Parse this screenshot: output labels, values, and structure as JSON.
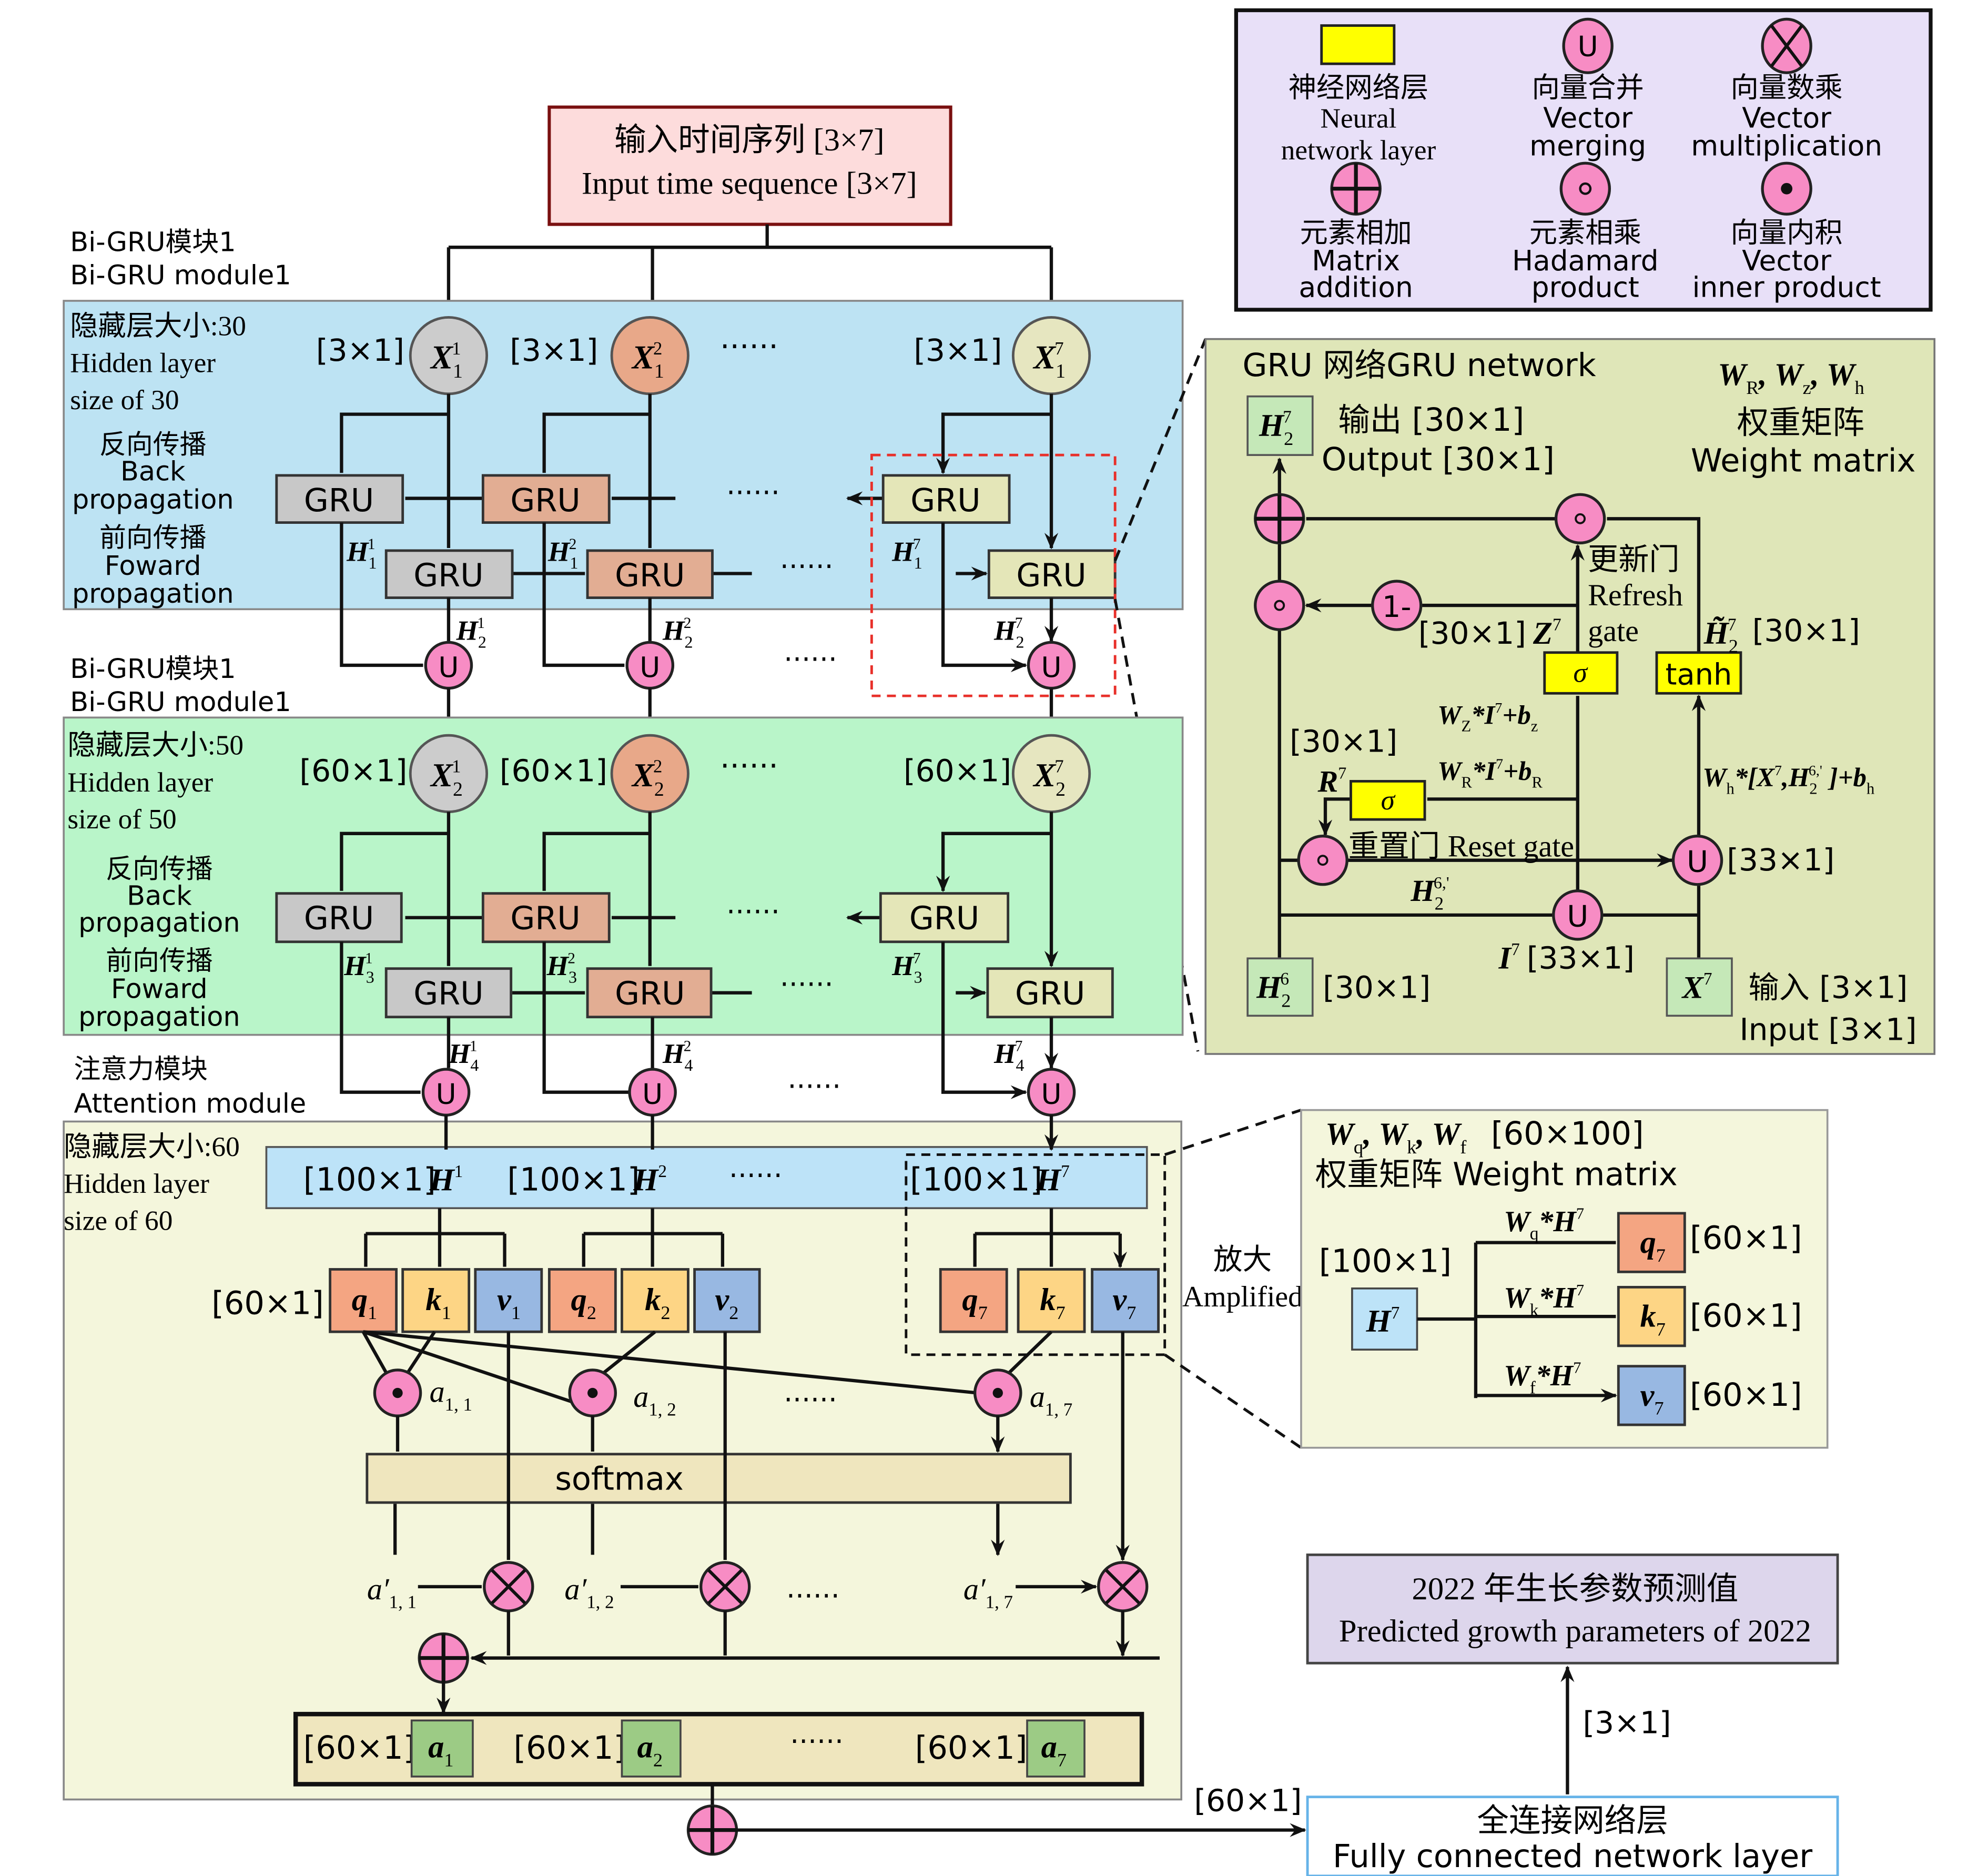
{
  "colors": {
    "operator_pink": "#f78cc4",
    "module1_bg": "#bde3f3",
    "module2_bg": "#b9f5c9",
    "attention_bg": "#f4f6dc",
    "gru_panel_bg": "#dfe6b8",
    "legend_bg": "#e8e0f8",
    "neural_layer_yellow": "#ffff00",
    "q_color": "#f4a582",
    "k_color": "#fdd585",
    "v_color": "#98b8e2",
    "a_color": "#9ccb85",
    "highlight_dashed": "#e8302a"
  },
  "legend": {
    "neural_layer": {
      "cn": "神经网络层",
      "en1": "Neural",
      "en2": "network layer"
    },
    "vector_merging": {
      "symbol": "U",
      "cn": "向量合并",
      "en1": "Vector",
      "en2": "merging"
    },
    "vector_multiplication": {
      "cn": "向量数乘",
      "en1": "Vector",
      "en2": "multiplication"
    },
    "matrix_addition": {
      "cn": "元素相加",
      "en1": "Matrix",
      "en2": "addition"
    },
    "hadamard_product": {
      "cn": "元素相乘",
      "en1": "Hadamard",
      "en2": "product"
    },
    "inner_product": {
      "cn": "向量内积",
      "en1": "Vector",
      "en2": "inner product"
    }
  },
  "input_box": {
    "line1": "输入时间序列 [3×7]",
    "line2": "Input time sequence [3×7]"
  },
  "module1": {
    "label_cn": "Bi-GRU模块1",
    "label_en": "Bi-GRU module1",
    "hidden_cn": "隐藏层大小:30",
    "hidden_en1": "Hidden layer",
    "hidden_en2": "size of 30",
    "back_cn": "反向传播",
    "back_en1": "Back",
    "back_en2": "propagation",
    "fwd_cn": "前向传播",
    "fwd_en1": "Foward",
    "fwd_en2": "propagation",
    "dims": [
      "[3×1]",
      "[3×1]",
      "[3×1]"
    ],
    "ellipsis": "······",
    "gru": "GRU",
    "inputs": [
      [
        {
          "t": "X",
          "sub": "1",
          "sup": "1"
        }
      ],
      [
        {
          "t": "X",
          "sub": "1",
          "sup": "2"
        }
      ],
      [
        {
          "t": "X",
          "sub": "1",
          "sup": "7"
        }
      ]
    ],
    "hidden_back": [
      [
        {
          "t": "H",
          "sub": "1",
          "sup": "1"
        }
      ],
      [
        {
          "t": "H",
          "sub": "1",
          "sup": "2"
        }
      ],
      [
        {
          "t": "H",
          "sub": "1",
          "sup": "7"
        }
      ]
    ],
    "hidden_fwd": [
      [
        {
          "t": "H",
          "sub": "2",
          "sup": "1"
        }
      ],
      [
        {
          "t": "H",
          "sub": "2",
          "sup": "2"
        }
      ],
      [
        {
          "t": "H",
          "sub": "2",
          "sup": "7"
        }
      ]
    ],
    "merge": "U"
  },
  "module2": {
    "label_cn": "Bi-GRU模块1",
    "label_en": "Bi-GRU module1",
    "hidden_cn": "隐藏层大小:50",
    "hidden_en1": "Hidden layer",
    "hidden_en2": "size of 50",
    "back_cn": "反向传播",
    "back_en1": "Back",
    "back_en2": "propagation",
    "fwd_cn": "前向传播",
    "fwd_en1": "Foward",
    "fwd_en2": "propagation",
    "dims": [
      "[60×1]",
      "[60×1]",
      "[60×1]"
    ],
    "ellipsis": "······",
    "gru": "GRU",
    "inputs": [
      [
        {
          "t": "X",
          "sub": "2",
          "sup": "1"
        }
      ],
      [
        {
          "t": "X",
          "sub": "2",
          "sup": "2"
        }
      ],
      [
        {
          "t": "X",
          "sub": "2",
          "sup": "7"
        }
      ]
    ],
    "hidden_back": [
      [
        {
          "t": "H",
          "sub": "3",
          "sup": "1"
        }
      ],
      [
        {
          "t": "H",
          "sub": "3",
          "sup": "2"
        }
      ],
      [
        {
          "t": "H",
          "sub": "3",
          "sup": "7"
        }
      ]
    ],
    "hidden_fwd": [
      [
        {
          "t": "H",
          "sub": "4",
          "sup": "1"
        }
      ],
      [
        {
          "t": "H",
          "sub": "4",
          "sup": "2"
        }
      ],
      [
        {
          "t": "H",
          "sub": "4",
          "sup": "7"
        }
      ]
    ],
    "merge": "U"
  },
  "attention": {
    "label_cn": "注意力模块",
    "label_en": "Attention module",
    "hidden_cn": "隐藏层大小:60",
    "hidden_en1": "Hidden layer",
    "hidden_en2": "size of 60",
    "h_dims": [
      "[100×1]",
      "[100×1]",
      "[100×1]"
    ],
    "h_labels": [
      [
        {
          "t": "H",
          "sup": "1"
        }
      ],
      [
        {
          "t": "H",
          "sup": "2"
        }
      ],
      [
        {
          "t": "H",
          "sup": "7"
        }
      ]
    ],
    "qkv_dim": "[60×1]",
    "q": [
      [
        {
          "t": "q",
          "sub": "1"
        }
      ],
      [
        {
          "t": "q",
          "sub": "2"
        }
      ],
      [
        {
          "t": "q",
          "sub": "7"
        }
      ]
    ],
    "k": [
      [
        {
          "t": "k",
          "sub": "1"
        }
      ],
      [
        {
          "t": "k",
          "sub": "2"
        }
      ],
      [
        {
          "t": "k",
          "sub": "7"
        }
      ]
    ],
    "v": [
      [
        {
          "t": "v",
          "sub": "1"
        }
      ],
      [
        {
          "t": "v",
          "sub": "2"
        }
      ],
      [
        {
          "t": "v",
          "sub": "7"
        }
      ]
    ],
    "scores": [
      [
        {
          "t": "a",
          "sub": "1, 1"
        }
      ],
      [
        {
          "t": "a",
          "sub": "1, 2"
        }
      ],
      [
        {
          "t": "a",
          "sub": "1, 7"
        }
      ]
    ],
    "softmax": "softmax",
    "weights": [
      [
        {
          "t": "a′",
          "sub": "1, 1"
        }
      ],
      [
        {
          "t": "a′",
          "sub": "1, 2"
        }
      ],
      [
        {
          "t": "a′",
          "sub": "1, 7"
        }
      ]
    ],
    "out_dims": [
      "[60×1]",
      "[60×1]",
      "[60×1]"
    ],
    "outputs": [
      [
        {
          "t": "a",
          "sub": "1"
        }
      ],
      [
        {
          "t": "a",
          "sub": "2"
        }
      ],
      [
        {
          "t": "a",
          "sub": "7"
        }
      ]
    ],
    "ellipsis": "······",
    "final_dim": "[60×1]"
  },
  "amplified": {
    "label_cn": "放大",
    "label_en": "Amplified",
    "weights": [
      {
        "t": "W",
        "sub": "q"
      },
      {
        "t": ", W",
        "sub": "k"
      },
      {
        "t": ", W",
        "sub": "f"
      }
    ],
    "weights_dim": "[60×100]",
    "weight_matrix": "权重矩阵 Weight matrix",
    "h_dim": "[100×1]",
    "h": [
      {
        "t": "H",
        "sup": "7"
      }
    ],
    "eq_q": [
      {
        "t": "W",
        "sub": "q"
      },
      {
        "t": "*H",
        "sup": "7"
      }
    ],
    "eq_k": [
      {
        "t": "W",
        "sub": "k"
      },
      {
        "t": "*H",
        "sup": "7"
      }
    ],
    "eq_v": [
      {
        "t": "W",
        "sub": "f"
      },
      {
        "t": "*H",
        "sup": "7"
      }
    ],
    "q": [
      {
        "t": "q",
        "sub": "7"
      }
    ],
    "k": [
      {
        "t": "k",
        "sub": "7"
      }
    ],
    "v": [
      {
        "t": "v",
        "sub": "7"
      }
    ],
    "dims": [
      "[60×1]",
      "[60×1]",
      "[60×1]"
    ]
  },
  "gru_network": {
    "title": "GRU 网络GRU network",
    "weights": [
      {
        "t": "W",
        "sub": "R"
      },
      {
        "t": ", W",
        "sub": "z"
      },
      {
        "t": ", W",
        "sub": "h"
      }
    ],
    "weight_cn": "权重矩阵",
    "weight_en": "Weight matrix",
    "output_label": [
      {
        "t": "H",
        "sub": "2",
        "sup": "7"
      }
    ],
    "output_cn": "输出 [30×1]",
    "output_en": "Output  [30×1]",
    "update_gate_cn": "更新门",
    "update_gate_en1": "Refresh",
    "update_gate_en2": "gate",
    "z_dim": "[30×1]",
    "z": [
      {
        "t": "Z",
        "sup": "7"
      }
    ],
    "htilde": [
      {
        "t": "H̃",
        "sub": "2",
        "sup": "7"
      }
    ],
    "htilde_dim": "[30×1]",
    "sigma": "σ",
    "tanh": "tanh",
    "one_minus": "1-",
    "eq_z": [
      {
        "t": "W",
        "sub": "Z"
      },
      {
        "t": "*I",
        "sup": "7"
      },
      {
        "t": "+b",
        "sub": "z"
      }
    ],
    "eq_r": [
      {
        "t": "W",
        "sub": "R"
      },
      {
        "t": "*I",
        "sup": "7"
      },
      {
        "t": "+b",
        "sub": "R"
      }
    ],
    "eq_h": [
      {
        "t": "W",
        "sub": "h"
      },
      {
        "t": "*[X",
        "sup": "7"
      },
      {
        "t": ",H",
        "sub": "2",
        "sup": "6,'"
      },
      {
        "t": " ]+b",
        "sub": "h"
      }
    ],
    "r_dim": "[30×1]",
    "r": [
      {
        "t": "R",
        "sup": "7"
      }
    ],
    "reset_gate": "重置门 Reset gate",
    "concat_dim": "[33×1]",
    "h_prime": [
      {
        "t": "H",
        "sub": "2",
        "sup": "6,'"
      }
    ],
    "i_label": [
      {
        "t": "I",
        "sup": "7"
      }
    ],
    "i_dim": "[33×1]",
    "prev_h": [
      {
        "t": "H",
        "sub": "2",
        "sup": "6"
      }
    ],
    "prev_h_dim": "[30×1]",
    "x_input": [
      {
        "t": "X",
        "sup": "7"
      }
    ],
    "input_cn": "输入 [3×1]",
    "input_en": "Input  [3×1]",
    "merge": "U"
  },
  "prediction": {
    "line1": "2022 年生长参数预测值",
    "line2": "Predicted growth parameters of 2022",
    "dim": "[3×1]"
  },
  "fully_connected": {
    "line1": "全连接网络层",
    "line2": "Fully connected network layer"
  }
}
